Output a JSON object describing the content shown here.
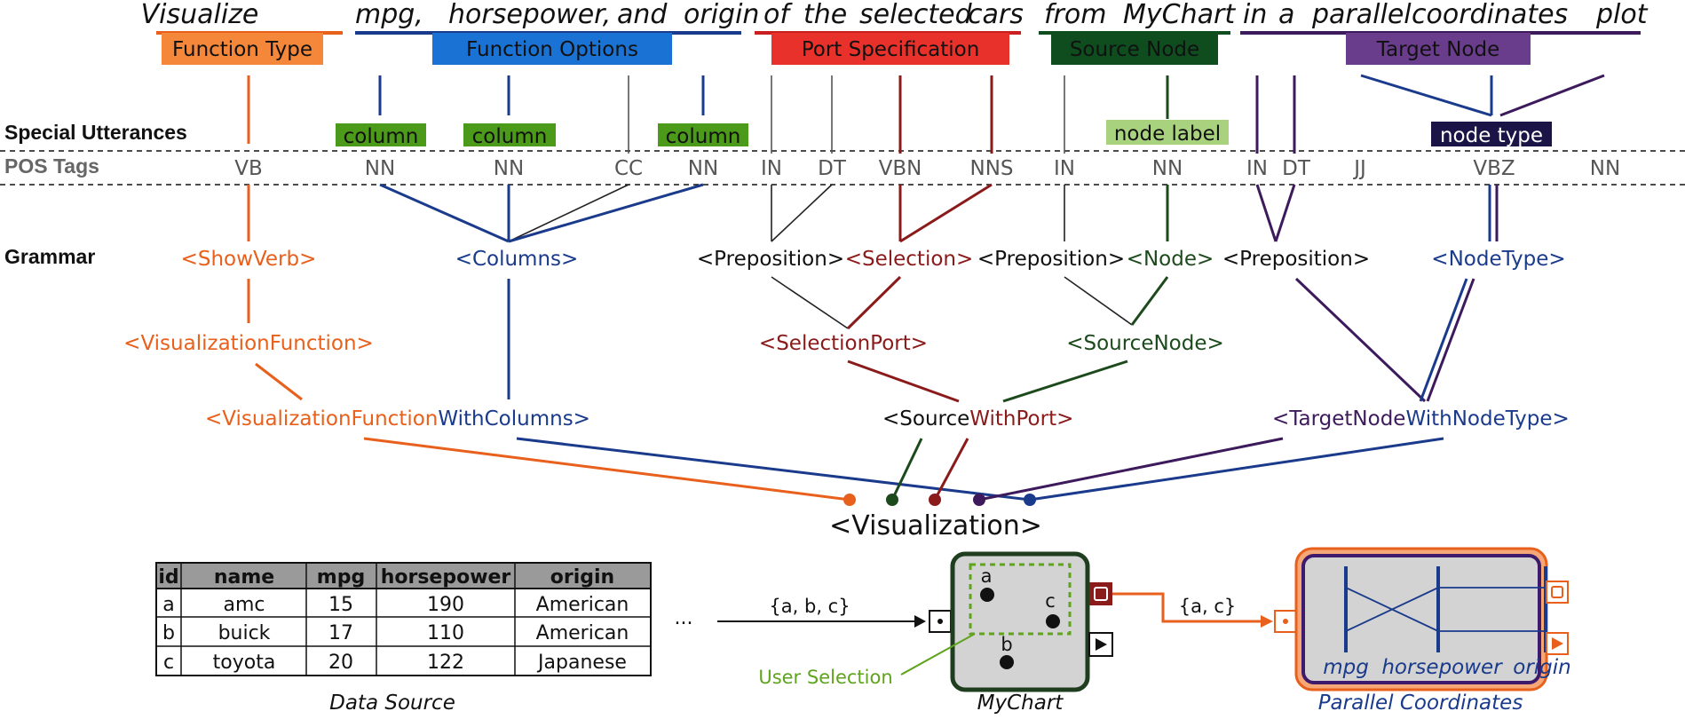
{
  "sentence": [
    "Visualize",
    "mpg,",
    "horsepower,",
    "and",
    "origin",
    "of",
    "the",
    "selected",
    "cars",
    "from",
    "MyChart",
    "in",
    "a",
    "parallel",
    "coordinates",
    "plot"
  ],
  "segments": {
    "function_type": "Function Type",
    "function_options": "Function Options",
    "port_specification": "Port Specification",
    "source_node": "Source Node",
    "target_node": "Target Node"
  },
  "row_labels": {
    "special_utterances": "Special Utterances",
    "pos_tags": "POS Tags",
    "grammar": "Grammar"
  },
  "utterances": {
    "column": "column",
    "node_label": "node label",
    "node_type": "node type"
  },
  "pos_tags": [
    "VB",
    "NN",
    "NN",
    "CC",
    "NN",
    "IN",
    "DT",
    "VBN",
    "NNS",
    "IN",
    "NN",
    "IN",
    "DT",
    "JJ",
    "VBZ",
    "NN"
  ],
  "grammar": {
    "show_verb": "<ShowVerb>",
    "columns": "<Columns>",
    "preposition": "<Preposition>",
    "selection": "<Selection>",
    "node": "<Node>",
    "node_type": "<NodeType>",
    "visualization_function": "<VisualizationFunction>",
    "selection_port": "<SelectionPort>",
    "source_node": "<SourceNode>",
    "vfwc_part1": "<VisualizationFunction",
    "vfwc_part2": "WithColumns>",
    "swp_part1": "<Source",
    "swp_part2": "WithPort>",
    "tnwnt_part1": "<TargetNode",
    "tnwnt_part2": "WithNodeType>",
    "visualization": "<Visualization>"
  },
  "table": {
    "headers": [
      "id",
      "name",
      "mpg",
      "horsepower",
      "origin"
    ],
    "rows": [
      [
        "a",
        "amc",
        "15",
        "190",
        "American"
      ],
      [
        "b",
        "buick",
        "17",
        "110",
        "American"
      ],
      [
        "c",
        "toyota",
        "20",
        "122",
        "Japanese"
      ]
    ],
    "ellipsis": "...",
    "caption": "Data Source"
  },
  "mychart": {
    "input_label": "{a, b, c}",
    "points": [
      "a",
      "c",
      "b"
    ],
    "selection_label": "User Selection",
    "caption": "MyChart",
    "output_label": "{a, c}"
  },
  "parallel": {
    "axes": [
      "mpg",
      "horsepower",
      "origin"
    ],
    "caption": "Parallel Coordinates"
  },
  "colors": {
    "orange": "#E8601C",
    "blue": "#1A3A8C",
    "red": "#8B1A1A",
    "green": "#1D4A1D",
    "purple": "#3D1A5C",
    "box_orange": "#F4873A",
    "box_blue": "#1A73D4",
    "box_red": "#E8312A",
    "box_green": "#0F4D1F",
    "box_purple": "#6A3C8C",
    "utt_green": "#4C9A1A",
    "utt_light_green": "#A9D27E",
    "utt_navy": "#1B1446",
    "selection_green": "#5FA31E"
  }
}
